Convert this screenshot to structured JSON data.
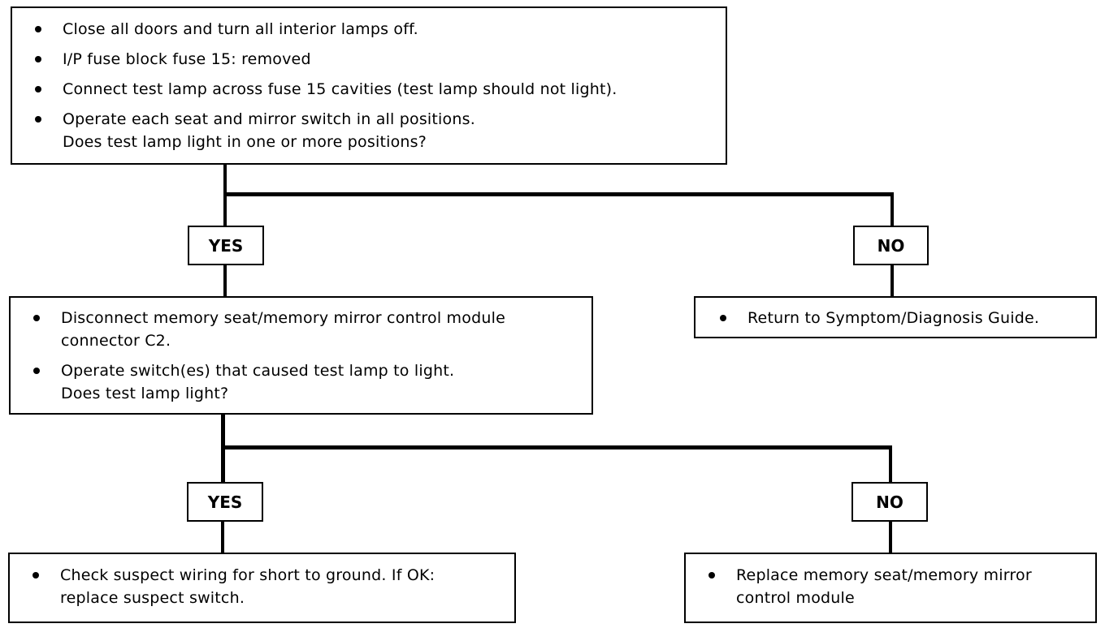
{
  "step1": {
    "items": [
      {
        "lines": [
          "Close all doors and turn all interior lamps off."
        ]
      },
      {
        "lines": [
          "I/P fuse block fuse 15:  removed"
        ]
      },
      {
        "lines": [
          "Connect test lamp across fuse 15 cavities (test lamp should not light)."
        ]
      },
      {
        "lines": [
          "Operate each seat and mirror switch in all positions.",
          "Does test lamp light in one or more positions?"
        ]
      }
    ]
  },
  "branch1": {
    "yes_label": "YES",
    "no_label": "NO"
  },
  "no1": {
    "items": [
      {
        "lines": [
          "Return to Symptom/Diagnosis Guide."
        ]
      }
    ]
  },
  "step2": {
    "items": [
      {
        "lines": [
          "Disconnect memory seat/memory mirror control module",
          "connector C2."
        ]
      },
      {
        "lines": [
          "Operate switch(es) that caused test lamp to light.",
          "Does test lamp light?"
        ]
      }
    ]
  },
  "branch2": {
    "yes_label": "YES",
    "no_label": "NO"
  },
  "yes2": {
    "items": [
      {
        "lines": [
          "Check suspect wiring for short to ground.  If OK:",
          "replace suspect switch."
        ]
      }
    ]
  },
  "no2": {
    "items": [
      {
        "lines": [
          "Replace memory seat/memory mirror",
          "control module"
        ]
      }
    ]
  }
}
